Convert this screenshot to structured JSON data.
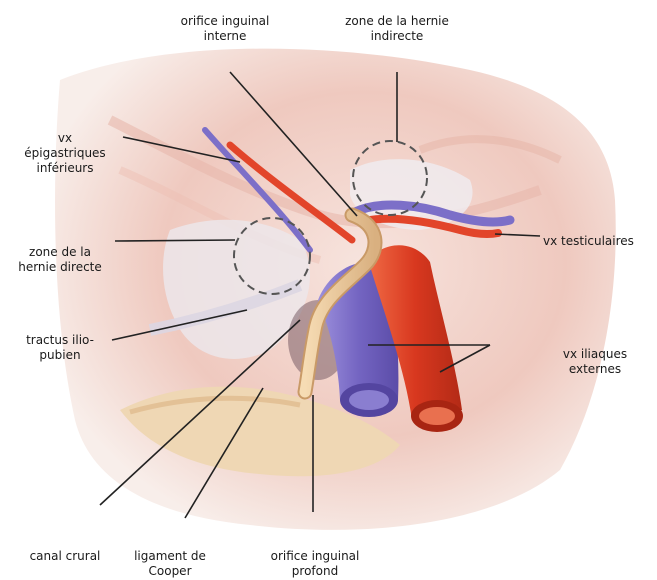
{
  "labels": {
    "orifice_inguinal_interne": "orifice inguinal\ninterne",
    "zone_hernie_indirecte": "zone de la hernie\nindirecte",
    "vx_epigastriques": "vx\népigastriques\ninférieurs",
    "zone_hernie_directe": "zone de la\nhernie directe",
    "vx_testiculaires": "vx testiculaires",
    "tractus_ilio_pubien": "tractus ilio-\npubien",
    "vx_iliaques_externes": "vx iliaques\nexternes",
    "canal_crural": "canal crural",
    "ligament_de_cooper": "ligament de\nCooper",
    "orifice_inguinal_profond": "orifice inguinal\nprofond"
  },
  "colors": {
    "artery": "#e2452a",
    "vein": "#7c6fc8",
    "vas_deferens": "#e9c898",
    "tissue": "#f2d6cf",
    "leader_line": "#222222"
  }
}
